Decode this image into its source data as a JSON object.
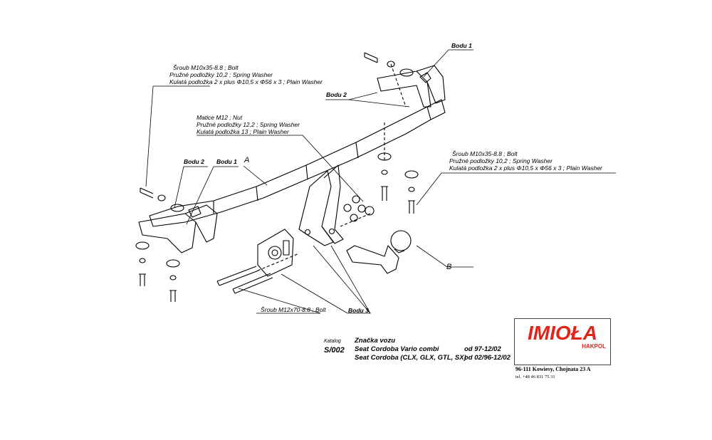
{
  "labels": {
    "bodu1_top": "Bodu 1",
    "bodu2_top": "Bodu 2",
    "bodu2_left": "Bodu 2",
    "bodu1_left": "Bodu 1",
    "bodu3": "Bodu 3",
    "part_a": "A",
    "part_b": "B"
  },
  "callouts": {
    "bolt_top_left": [
      "Šroub M10x35-8.8 ;  Bolt",
      "Pružné podložky 10,2 ; Spring Washer",
      "Kulatá podložka 2 x plus   Φ10,5 x   Φ56 x 3 ; Plain Washer"
    ],
    "nut_center": [
      "Matice  M12 ; Nut",
      "Pružné podložky 12,2 ; Spring Washer",
      "Kulatá podložka  13 ; Plain Washer"
    ],
    "bolt_right": [
      "Šroub M10x35-8.8 ;   Bolt",
      "Pružné podložky 10,2 ; Spring Washer",
      "Kulatá podložka 2 x  plus   Φ10,5 x   Φ56 x 3 ; Plain Washer"
    ],
    "bolt_bottom": "Šroub M12x70-8.8 ;   Bolt"
  },
  "catalog": {
    "katalog_label": "Katalog",
    "code": "S/002",
    "vehicle_header": "Značka vozu",
    "rows": [
      {
        "model": "Seat Cordoba Vario combi",
        "period": "od  97-12/02"
      },
      {
        "model": "Seat Cordoba (CLX, GLX, GTL, SX)",
        "period": "od  02/96-12/02"
      }
    ]
  },
  "logo": {
    "brand": "IMIOŁA",
    "sub": "HAKPOL",
    "address": "96-111 Kowiesy, Chojnata 23 A",
    "phone": "tel. +48 46 831 75 31",
    "color": "#e2231a"
  }
}
